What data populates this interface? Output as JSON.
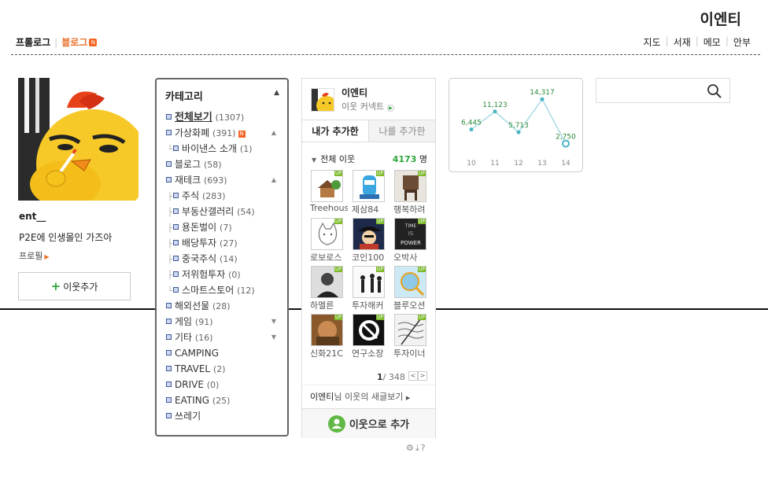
{
  "header": {
    "blog_title": "이엔티",
    "tab_prologue": "프롤로그",
    "tab_blog": "블로그",
    "new_badge": "N",
    "menu": [
      "지도",
      "서재",
      "메모",
      "안부"
    ]
  },
  "profile": {
    "nickname": "ent__",
    "intro": "P2E에 인생몰인 가즈아",
    "profile_link": "프로필",
    "add_neighbor": "이웃추가"
  },
  "category": {
    "title": "카테고리",
    "items": [
      {
        "label": "전체보기",
        "count": "(1307)"
      },
      {
        "label": "가상화폐",
        "count": "(391)"
      },
      {
        "label": "바이낸스 소개",
        "count": "(1)"
      },
      {
        "label": "블로그",
        "count": "(58)"
      },
      {
        "label": "재테크",
        "count": "(693)"
      },
      {
        "label": "주식",
        "count": "(283)"
      },
      {
        "label": "부동산갤러리",
        "count": "(54)"
      },
      {
        "label": "용돈벌이",
        "count": "(7)"
      },
      {
        "label": "배당투자",
        "count": "(27)"
      },
      {
        "label": "중국주식",
        "count": "(14)"
      },
      {
        "label": "저위험투자",
        "count": "(0)"
      },
      {
        "label": "스마트스토어",
        "count": "(12)"
      },
      {
        "label": "해외선물",
        "count": "(28)"
      },
      {
        "label": "게임",
        "count": "(91)"
      },
      {
        "label": "기타",
        "count": "(16)"
      },
      {
        "label": "CAMPING",
        "count": ""
      },
      {
        "label": "TRAVEL",
        "count": "(2)"
      },
      {
        "label": "DRIVE",
        "count": "(0)"
      },
      {
        "label": "EATING",
        "count": "(25)"
      },
      {
        "label": "쓰레기",
        "count": ""
      }
    ]
  },
  "neighbors": {
    "owner": "이엔티",
    "comment": "이웃 커넥트",
    "tab_added_by_me": "내가 추가한",
    "tab_added_me": "나를 추가한",
    "all_label": "전체 이웃",
    "count": "4173",
    "count_unit": "명",
    "up_badge": "UP",
    "list": [
      "Treehouse",
      "제삼84",
      "행복하려",
      "로보로스",
      "코인100",
      "오박사",
      "하멜른",
      "투자해커",
      "블루오션",
      "신화21C",
      "연구소장",
      "투자이너"
    ],
    "page_current": "1",
    "page_total": "/ 348",
    "new_posts_owner": "이엔티",
    "new_posts_text": "님 이웃의 새글보기",
    "add_button": "이웃으로 추가"
  },
  "visitor_chart": {
    "chart_data": {
      "type": "line",
      "title": "",
      "xlabel": "",
      "ylabel": "",
      "x": [
        "10",
        "11",
        "12",
        "13",
        "14"
      ],
      "series": [
        {
          "values": [
            6445,
            11123,
            5713,
            14317,
            2750
          ]
        }
      ],
      "value_labels": [
        "6,445",
        "11,123",
        "5,713",
        "14,317",
        "2,750"
      ],
      "ylim": [
        0,
        16000
      ],
      "color": "#49b4c6"
    }
  },
  "search": {
    "placeholder": ""
  }
}
